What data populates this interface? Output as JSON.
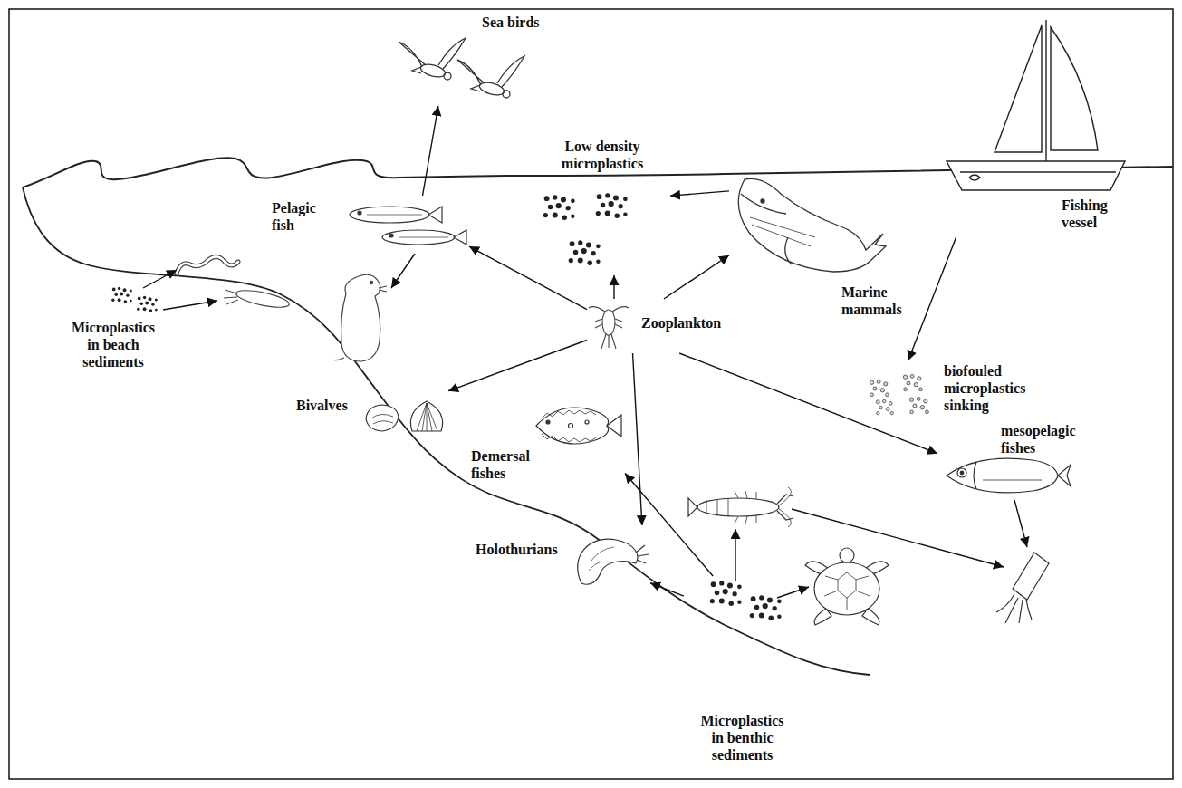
{
  "diagram": {
    "nodes": [
      {
        "text": [
          "Sea birds"
        ]
      },
      {
        "text": [
          "Low density microplastics"
        ]
      },
      {
        "text": [
          "Pelagic fish"
        ]
      },
      {
        "text": [
          "Fishing vessel"
        ]
      },
      {
        "text": [
          "Marine mammals"
        ]
      },
      {
        "text": [
          "Microplastics in beach sediments"
        ]
      },
      {
        "text": [
          "Zooplankton"
        ]
      },
      {
        "text": [
          "biofouled microplastics sinking"
        ]
      },
      {
        "text": [
          "Bivalves"
        ]
      },
      {
        "text": [
          "mesopelagic fishes"
        ]
      },
      {
        "text": [
          "Demersal fishes"
        ]
      },
      {
        "text": [
          "Holothurians"
        ]
      },
      {
        "text": [
          "Microplastics in benthic sediments"
        ]
      }
    ],
    "edges": [
      {
        "from": 2,
        "to": 0,
        "arrow": "to"
      },
      {
        "from": 6,
        "to": 2,
        "arrow": "to"
      },
      {
        "from": 6,
        "to": 1,
        "arrow": "to"
      },
      {
        "from": 6,
        "to": 4,
        "arrow": "to"
      },
      {
        "from": 6,
        "to": 8,
        "arrow": "to"
      },
      {
        "from": 6,
        "to": 11,
        "arrow": "to"
      },
      {
        "from": 6,
        "to": 9,
        "arrow": "to"
      },
      {
        "from": 4,
        "to": 1,
        "arrow": "to"
      },
      {
        "from": 3,
        "to": 7,
        "arrow": "to"
      },
      {
        "from": 12,
        "to": 10,
        "arrow": "to"
      },
      {
        "from": 12,
        "to": 11,
        "arrow": "to"
      }
    ]
  }
}
